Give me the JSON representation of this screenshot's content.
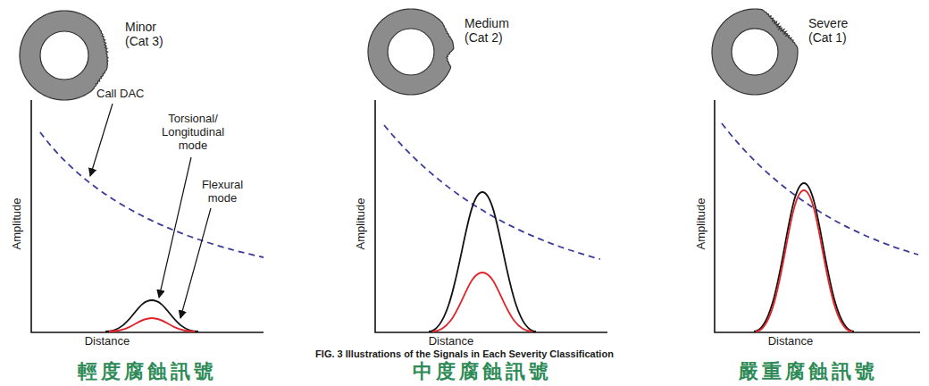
{
  "diagram": {
    "caption": "FIG. 3 Illustrations of the Signals in Each Severity Classification",
    "labels": [
      "Minor (Cat 3)",
      "Call DAC",
      "Torsional/ Longitudinal mode",
      "Flexural mode",
      "Amplitude",
      "Distance",
      "Medium (Cat 2)",
      "Amplitude",
      "Distance",
      "Severe (Cat 1)",
      "Amplitude",
      "Distance",
      "輕度腐蝕訊號",
      "中度腐蝕訊號",
      "嚴重腐蝕訊號"
    ]
  }
}
